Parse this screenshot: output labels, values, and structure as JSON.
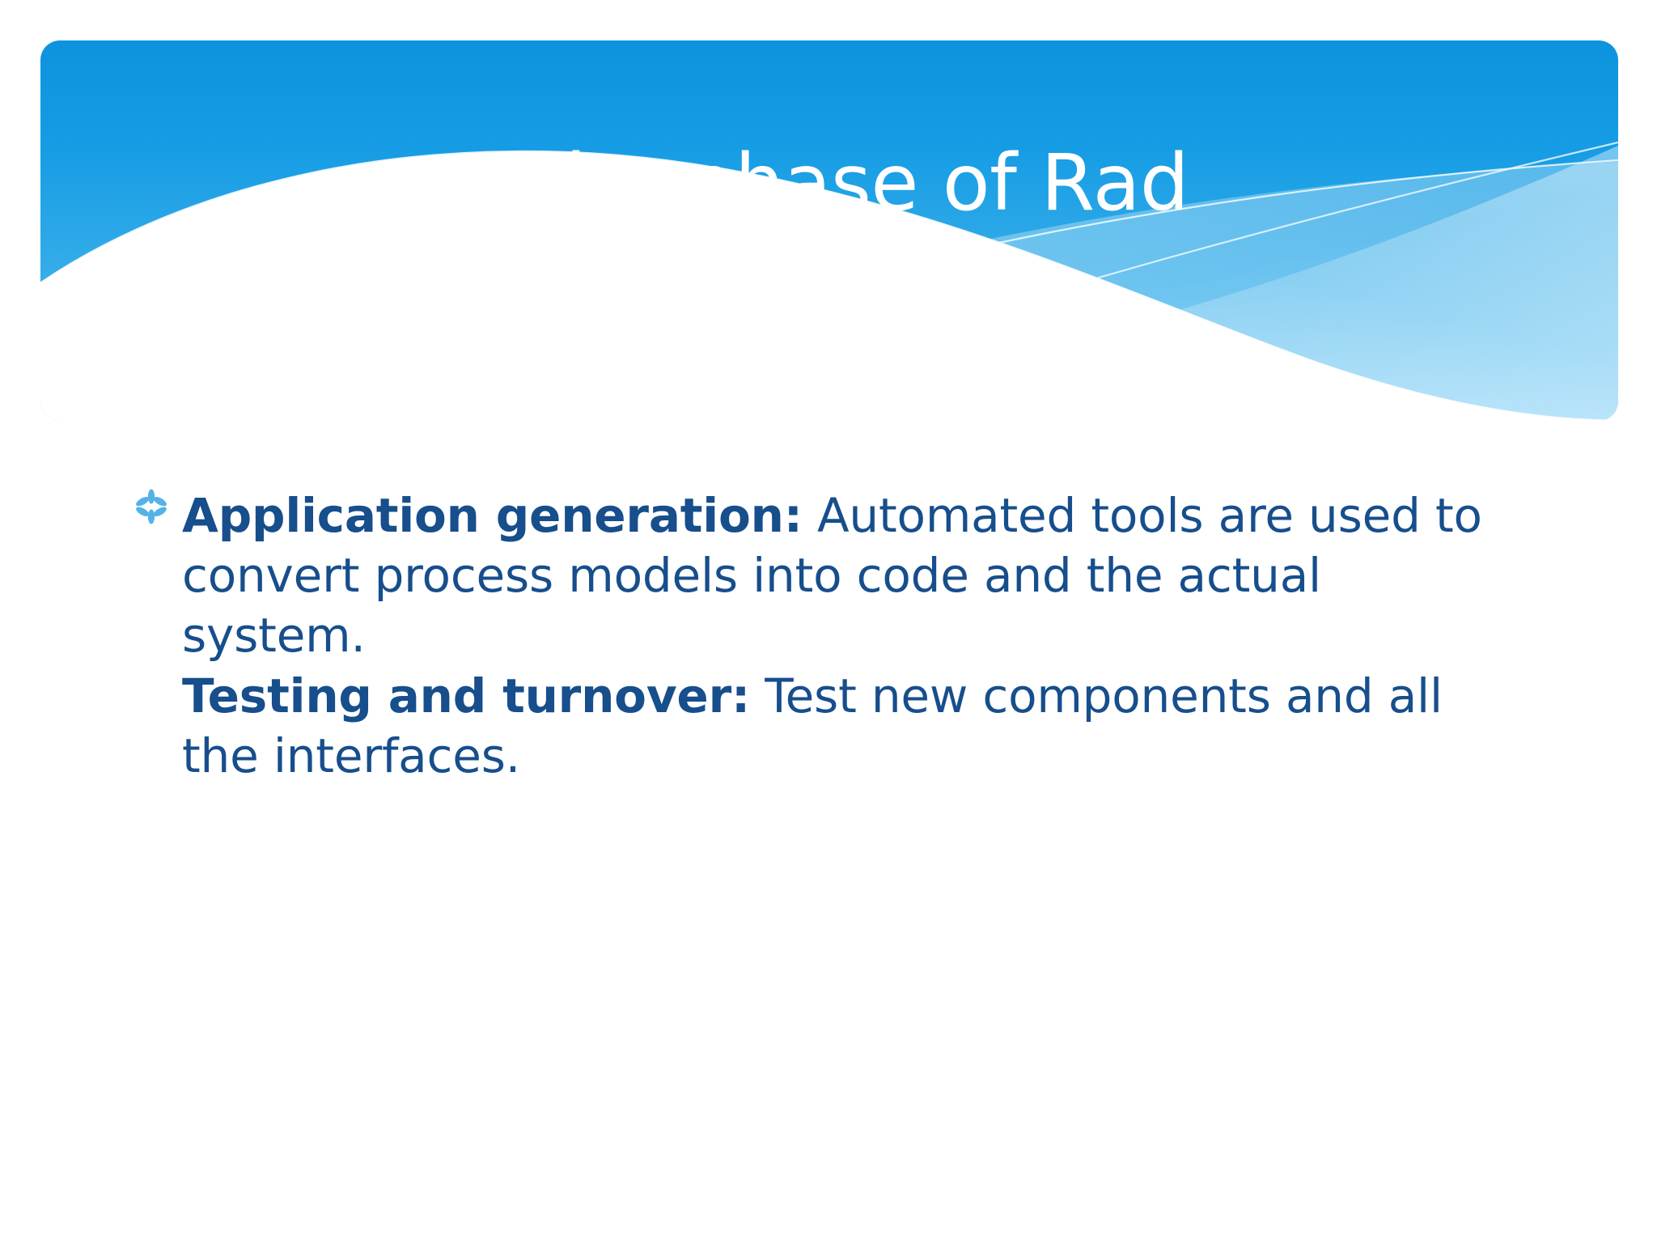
{
  "slide": {
    "title": "The phase of Rad",
    "background_color": "#ffffff",
    "banner": {
      "gradient_top_color": "#0d93dd",
      "gradient_bottom_color": "#54bdf2",
      "title_color": "#ffffff",
      "wave_color": "#ffffff",
      "wave_band_color": "#8fd3f7",
      "hairline_color": "#eaf7fe"
    },
    "body": {
      "bullet_icon": "asterisk-bullet",
      "bullet_color": "#54b2e8",
      "text_color": "#174e8c",
      "paragraphs": [
        {
          "lead": "Application generation:",
          "rest": " Automated tools are used to convert process models into code and the actual system."
        },
        {
          "lead": "Testing and turnover:",
          "rest": " Test new components and all the interfaces."
        }
      ]
    }
  }
}
